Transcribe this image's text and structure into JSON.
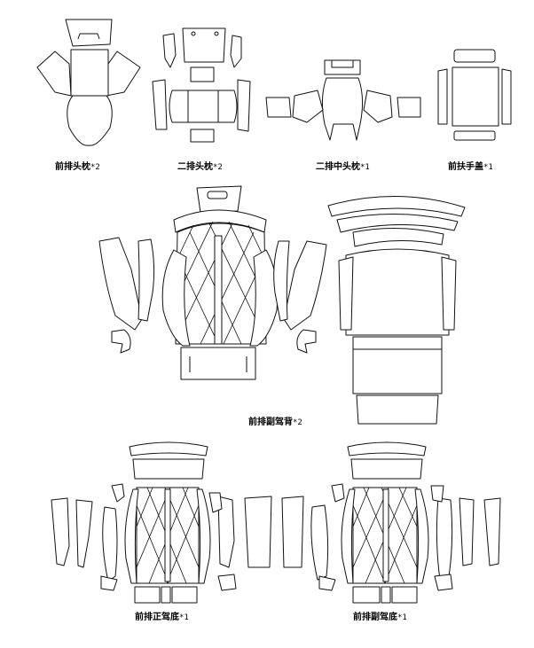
{
  "labels": {
    "front_headrest": {
      "name": "前排头枕",
      "qty": "*2"
    },
    "second_headrest": {
      "name": "二排头枕",
      "qty": "*2"
    },
    "second_middle_headrest": {
      "name": "二排中头枕",
      "qty": "*1"
    },
    "front_armrest_cover": {
      "name": "前扶手盖",
      "qty": "*1"
    },
    "front_passenger_back": {
      "name": "前排副驾背",
      "qty": "*2"
    },
    "front_driver_base": {
      "name": "前排正驾底",
      "qty": "*1"
    },
    "front_passenger_base": {
      "name": "前排副驾底",
      "qty": "*1"
    }
  },
  "colors": {
    "stroke": "#111111",
    "background": "#ffffff"
  }
}
